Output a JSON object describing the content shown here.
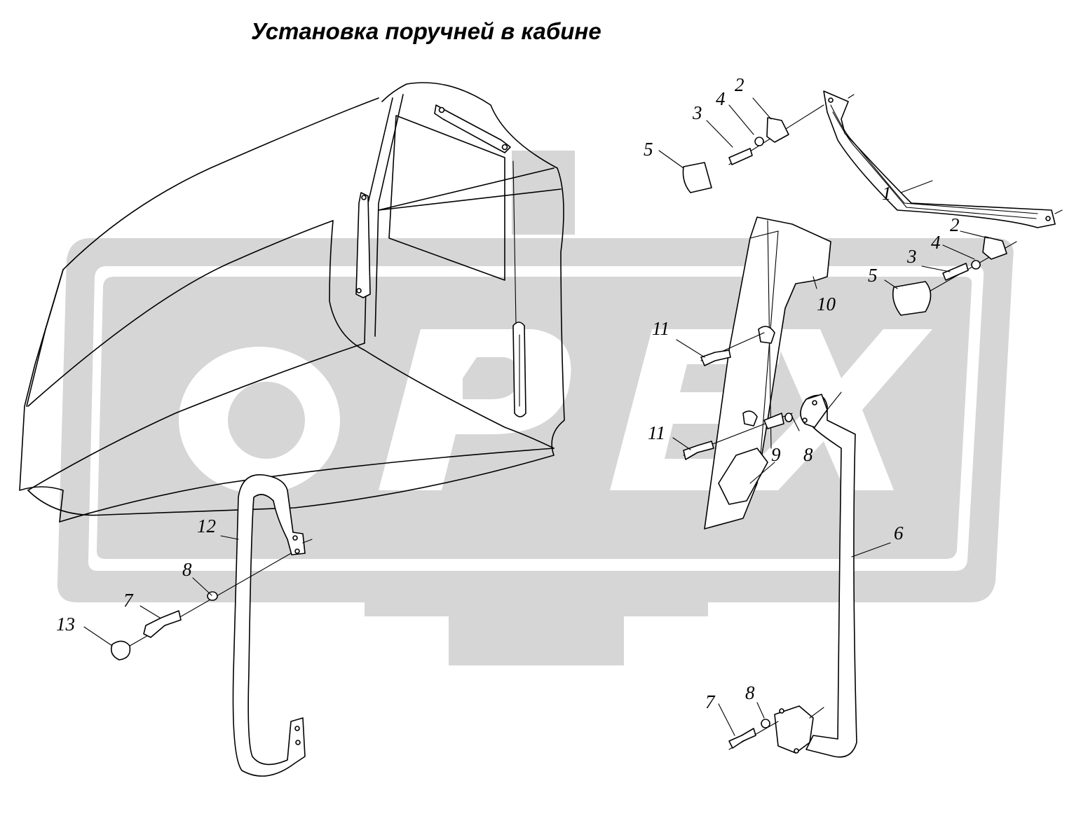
{
  "title": "Установка поручней в кабине",
  "watermark": {
    "color": "#d6d6d6"
  },
  "callouts": [
    {
      "id": "c1",
      "text": "1"
    },
    {
      "id": "c2a",
      "text": "2"
    },
    {
      "id": "c2b",
      "text": "2"
    },
    {
      "id": "c3a",
      "text": "3"
    },
    {
      "id": "c3b",
      "text": "3"
    },
    {
      "id": "c4a",
      "text": "4"
    },
    {
      "id": "c4b",
      "text": "4"
    },
    {
      "id": "c5a",
      "text": "5"
    },
    {
      "id": "c5b",
      "text": "5"
    },
    {
      "id": "c6",
      "text": "6"
    },
    {
      "id": "c7a",
      "text": "7"
    },
    {
      "id": "c7b",
      "text": "7"
    },
    {
      "id": "c8a",
      "text": "8"
    },
    {
      "id": "c8b",
      "text": "8"
    },
    {
      "id": "c8c",
      "text": "8"
    },
    {
      "id": "c9",
      "text": "9"
    },
    {
      "id": "c10",
      "text": "10"
    },
    {
      "id": "c11a",
      "text": "11"
    },
    {
      "id": "c11b",
      "text": "11"
    },
    {
      "id": "c12",
      "text": "12"
    },
    {
      "id": "c13",
      "text": "13"
    }
  ]
}
